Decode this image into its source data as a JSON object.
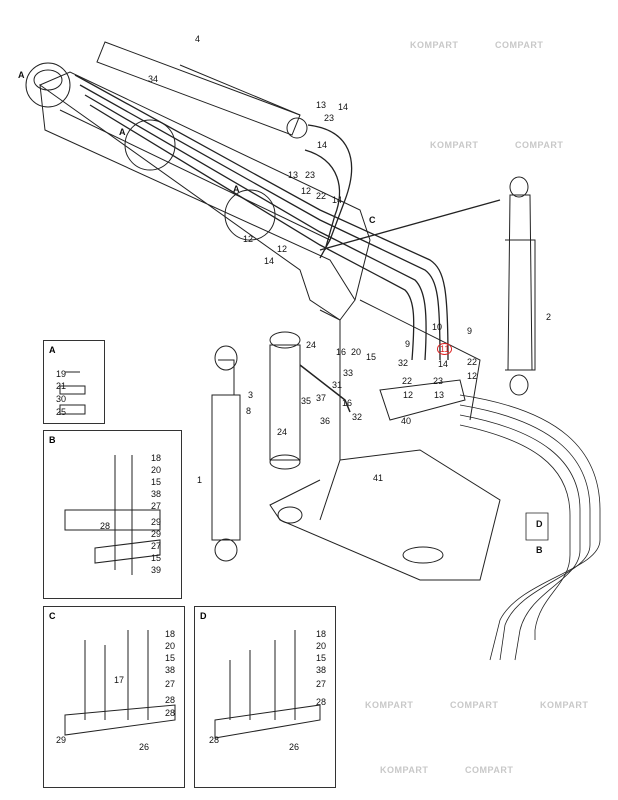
{
  "watermark": {
    "a": "KOMPART",
    "b": "COMPART"
  },
  "callouts": {
    "main": [
      "4",
      "34",
      "A",
      "A",
      "A",
      "13",
      "14",
      "23",
      "14",
      "13",
      "23",
      "12",
      "22",
      "14",
      "12",
      "12",
      "14",
      "C",
      "2",
      "10",
      "9",
      "9",
      "11",
      "14",
      "22",
      "12",
      "23",
      "22",
      "12",
      "13",
      "40",
      "24",
      "16",
      "20",
      "15",
      "33",
      "32",
      "32",
      "16",
      "3",
      "8",
      "24",
      "35",
      "37",
      "31",
      "36",
      "41",
      "1",
      "D",
      "B"
    ],
    "panelA": {
      "title": "A",
      "items": [
        "19",
        "21",
        "30",
        "25"
      ]
    },
    "panelB": {
      "title": "B",
      "items": [
        "18",
        "20",
        "15",
        "38",
        "27",
        "28",
        "29",
        "29",
        "27",
        "15",
        "39"
      ]
    },
    "panelC": {
      "title": "C",
      "items": [
        "18",
        "20",
        "15",
        "38",
        "17",
        "27",
        "28",
        "28",
        "29",
        "26"
      ]
    },
    "panelD": {
      "title": "D",
      "items": [
        "18",
        "20",
        "15",
        "38",
        "27",
        "28",
        "28",
        "26"
      ]
    }
  },
  "highlight_color": "#d22222"
}
